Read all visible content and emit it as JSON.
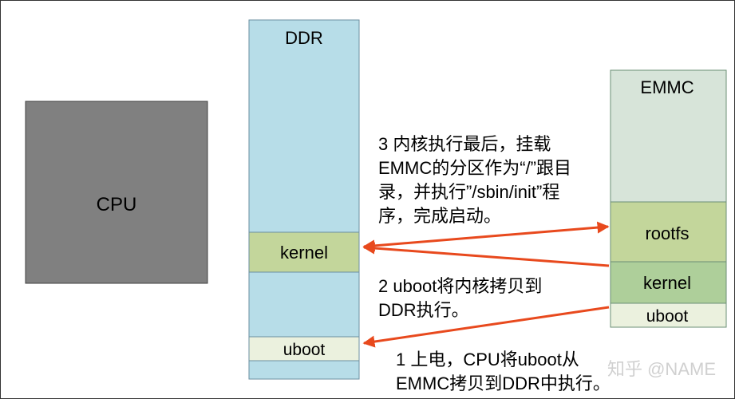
{
  "cpu": {
    "label": "CPU"
  },
  "ddr": {
    "label": "DDR",
    "kernel_label": "kernel",
    "uboot_label": "uboot"
  },
  "emmc": {
    "label": "EMMC",
    "rootfs_label": "rootfs",
    "kernel_label": "kernel",
    "uboot_label": "uboot"
  },
  "steps": {
    "step3": [
      "3 内核执行最后，挂载",
      "EMMC的分区作为“/”跟目",
      "录，并执行”/sbin/init”程",
      "序，完成启动。"
    ],
    "step2": [
      "2 uboot将内核拷贝到",
      "DDR执行。"
    ],
    "step1": [
      "1 上电，CPU将uboot从",
      "EMMC拷贝到DDR中执行。"
    ]
  },
  "watermark": "知乎 @NAME",
  "colors": {
    "cpu_fill": "#808080",
    "ddr_fill": "#b7dde8",
    "ddr_kernel_fill": "#c3d69b",
    "ddr_uboot_fill": "#ebf1de",
    "emmc_fill": "#d7e4d9",
    "emmc_rootfs_fill": "#c3d69b",
    "emmc_kernel_fill": "#aecf9a",
    "emmc_uboot_fill": "#ebf1de",
    "arrow": "#e8491d"
  }
}
